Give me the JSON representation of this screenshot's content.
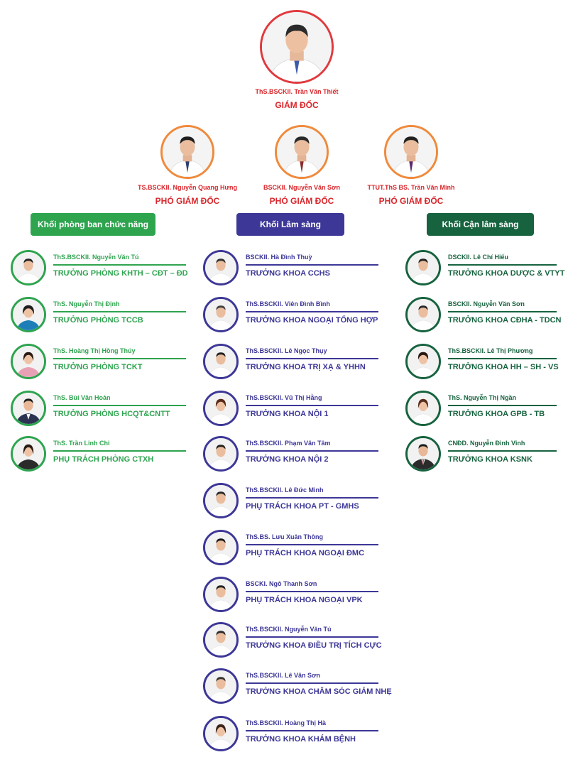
{
  "director": {
    "name": "ThS.BSCKII. Trần Văn Thiết",
    "title": "GIÁM ĐỐC"
  },
  "vice_directors": [
    {
      "name": "TS.BSCKII. Nguyễn Quang Hưng",
      "title": "PHÓ GIÁM ĐỐC"
    },
    {
      "name": "BSCKII. Nguyễn Văn Sơn",
      "title": "PHÓ GIÁM ĐỐC"
    },
    {
      "name": "TTUT.ThS BS. Trần Văn Minh",
      "title": "PHÓ GIÁM ĐỐC"
    }
  ],
  "blocks": [
    {
      "label": "Khối phòng ban chức năng",
      "color": "#2ea44f",
      "members": [
        {
          "name": "ThS.BSCKII. Nguyễn Văn Tú",
          "role": "TRƯỞNG PHÒNG KHTH – CĐT – ĐD"
        },
        {
          "name": "ThS. Nguyễn Thị Định",
          "role": "TRƯỞNG PHÒNG TCCB"
        },
        {
          "name": "ThS. Hoàng Thị Hồng Thúy",
          "role": "TRƯỞNG PHÒNG TCKT"
        },
        {
          "name": "ThS. Bùi Văn Hoàn",
          "role": "TRƯỞNG PHÒNG HCQT&CNTT"
        },
        {
          "name": "ThS. Trần Linh Chi",
          "role": "PHỤ TRÁCH PHÒNG CTXH"
        }
      ]
    },
    {
      "label": "Khối Lâm sàng",
      "color": "#3d3797",
      "members": [
        {
          "name": "BSCKII. Hà Đình Thuỳ",
          "role": "TRƯỞNG KHOA CCHS"
        },
        {
          "name": "ThS.BSCKII. Viên Đình Bình",
          "role": "TRƯỞNG KHOA NGOẠI TỔNG HỢP"
        },
        {
          "name": "ThS.BSCKII. Lê Ngọc Thụy",
          "role": "TRƯỞNG KHOA TRỊ XẠ & YHHN"
        },
        {
          "name": "ThS.BSCKII. Vũ Thị Hằng",
          "role": "TRƯỞNG KHOA NỘI 1"
        },
        {
          "name": "ThS.BSCKII. Phạm Văn Tâm",
          "role": "TRƯỞNG KHOA NỘI 2"
        },
        {
          "name": "ThS.BSCKII. Lê Đức Minh",
          "role": "PHỤ TRÁCH KHOA PT - GMHS"
        },
        {
          "name": "ThS.BS. Lưu Xuân Thông",
          "role": "PHỤ TRÁCH KHOA NGOẠI ĐMC"
        },
        {
          "name": "BSCKI. Ngô Thanh Sơn",
          "role": "PHỤ TRÁCH KHOA NGOẠI VPK"
        },
        {
          "name": "ThS.BSCKII. Nguyễn Văn Tú",
          "role": "TRƯỞNG KHOA ĐIỀU TRỊ TÍCH CỰC"
        },
        {
          "name": "ThS.BSCKII. Lê Văn Sơn",
          "role": "TRƯỞNG KHOA CHĂM SÓC GIẢM NHẸ"
        },
        {
          "name": "ThS.BSCKII. Hoàng Thị Hà",
          "role": "TRƯỞNG KHOA KHÁM BỆNH"
        }
      ]
    },
    {
      "label": "Khối Cận lâm sàng",
      "color": "#17633f",
      "members": [
        {
          "name": "DSCKII. Lê Chí Hiếu",
          "role": "TRƯỞNG KHOA DƯỢC & VTYT"
        },
        {
          "name": "BSCKII. Nguyễn Văn Sơn",
          "role": "TRƯỞNG KHOA CĐHA - TDCN"
        },
        {
          "name": "ThS.BSCKII. Lê Thị Phương",
          "role": "TRƯỞNG KHOA HH – SH - VS"
        },
        {
          "name": "ThS. Nguyễn Thị Ngần",
          "role": "TRƯỞNG KHOA GPB - TB"
        },
        {
          "name": "CNĐD. Nguyễn Đình Vinh",
          "role": "TRƯỞNG KHOA KSNK"
        }
      ]
    }
  ],
  "leadership_colors": {
    "director_border": "#e03a3e",
    "vice_border": "#f08a3c",
    "title_text": "#d9262b"
  }
}
